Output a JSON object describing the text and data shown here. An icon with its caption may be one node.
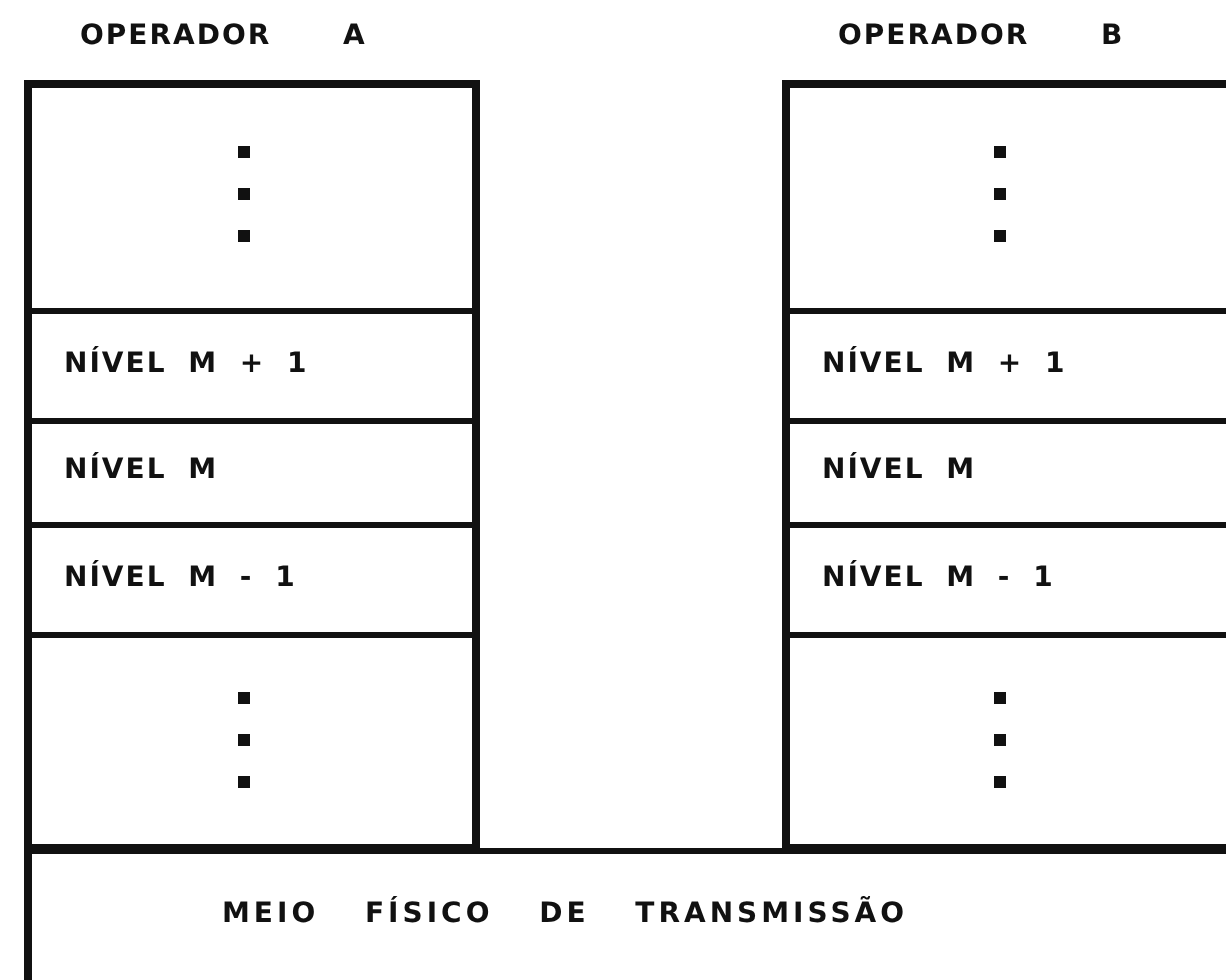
{
  "diagram": {
    "nodes": [
      {
        "text": [
          "OPERADOR A"
        ]
      },
      {
        "text": [],
        "shape": "box",
        "in": 0
      },
      {
        "text": [
          "NÍVEL M + 1"
        ],
        "in": 0
      },
      {
        "text": [
          "NÍVEL M"
        ],
        "in": 0
      },
      {
        "text": [
          "NÍVEL M - 1"
        ],
        "in": 0
      },
      {
        "text": [],
        "shape": "box",
        "in": 0
      },
      {
        "text": [
          "OPERADOR B"
        ]
      },
      {
        "text": [],
        "shape": "box",
        "in": 6
      },
      {
        "text": [
          "NÍVEL M + 1"
        ],
        "in": 6
      },
      {
        "text": [
          "NÍVEL M"
        ],
        "in": 6
      },
      {
        "text": [
          "NÍVEL M - 1"
        ],
        "in": 6
      },
      {
        "text": [],
        "shape": "box",
        "in": 6
      },
      {
        "text": [
          "MEIO FÍSICO DE TRANSMISSÃO"
        ]
      }
    ]
  }
}
